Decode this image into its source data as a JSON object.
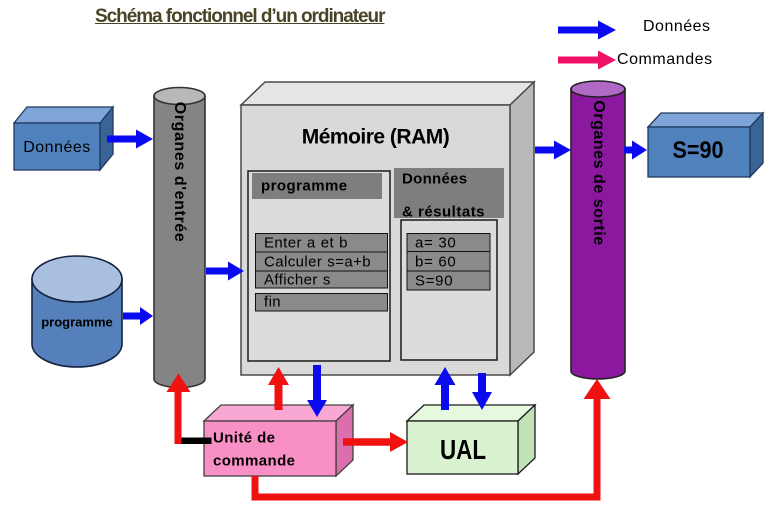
{
  "title": "Schéma fonctionnel d’un ordinateur",
  "legend": {
    "data_label": "Données",
    "commands_label": "Commandes"
  },
  "nodes": {
    "input_data_box": "Données",
    "program_cylinder": "programme",
    "input_organ": "Organes d'entrée",
    "memory_title": "Mémoire (RAM)",
    "program_section_header": "programme",
    "program_rows": [
      "Enter a et b",
      "Calculer s=a+b",
      "Afficher s",
      "fin"
    ],
    "results_header_line1": "Données",
    "results_header_line2": "& résultats",
    "result_rows": [
      "a= 30",
      "b= 60",
      "S=90"
    ],
    "output_organ": "Organes de sortie",
    "output_box": "S=90",
    "control_unit_line1": "Unité de",
    "control_unit_line2": "commande",
    "alu": "UAL"
  },
  "colors": {
    "title_text": "#4a4426",
    "data_arrow_blue": "#0a0af0",
    "command_arrow_red": "#f01111",
    "command_legend_pink": "#ee1164",
    "box_blue_front": "#4f81bd",
    "box_blue_top": "#7fa5d8",
    "box_blue_side": "#3a6396",
    "cylinder_gray_body": "#848484",
    "cylinder_gray_top": "#b8b8b8",
    "cylinder_purple_body": "#8c18a0",
    "cylinder_purple_top": "#b169c6",
    "ram_front": "#d9d9d9",
    "ram_top": "#e5e5e5",
    "ram_side": "#b9b9b9",
    "panel_bg": "#dcdcdc",
    "section_header_gray": "#7e7e7e",
    "row_gray": "#8a8a8a",
    "control_unit_pink_front": "#f890c5",
    "control_unit_pink_top": "#f8a8d2",
    "control_unit_pink_side": "#db6fae",
    "alu_green_front": "#d9f3d0",
    "alu_green_top": "#e6f8de",
    "alu_green_side": "#c0e2b6"
  }
}
